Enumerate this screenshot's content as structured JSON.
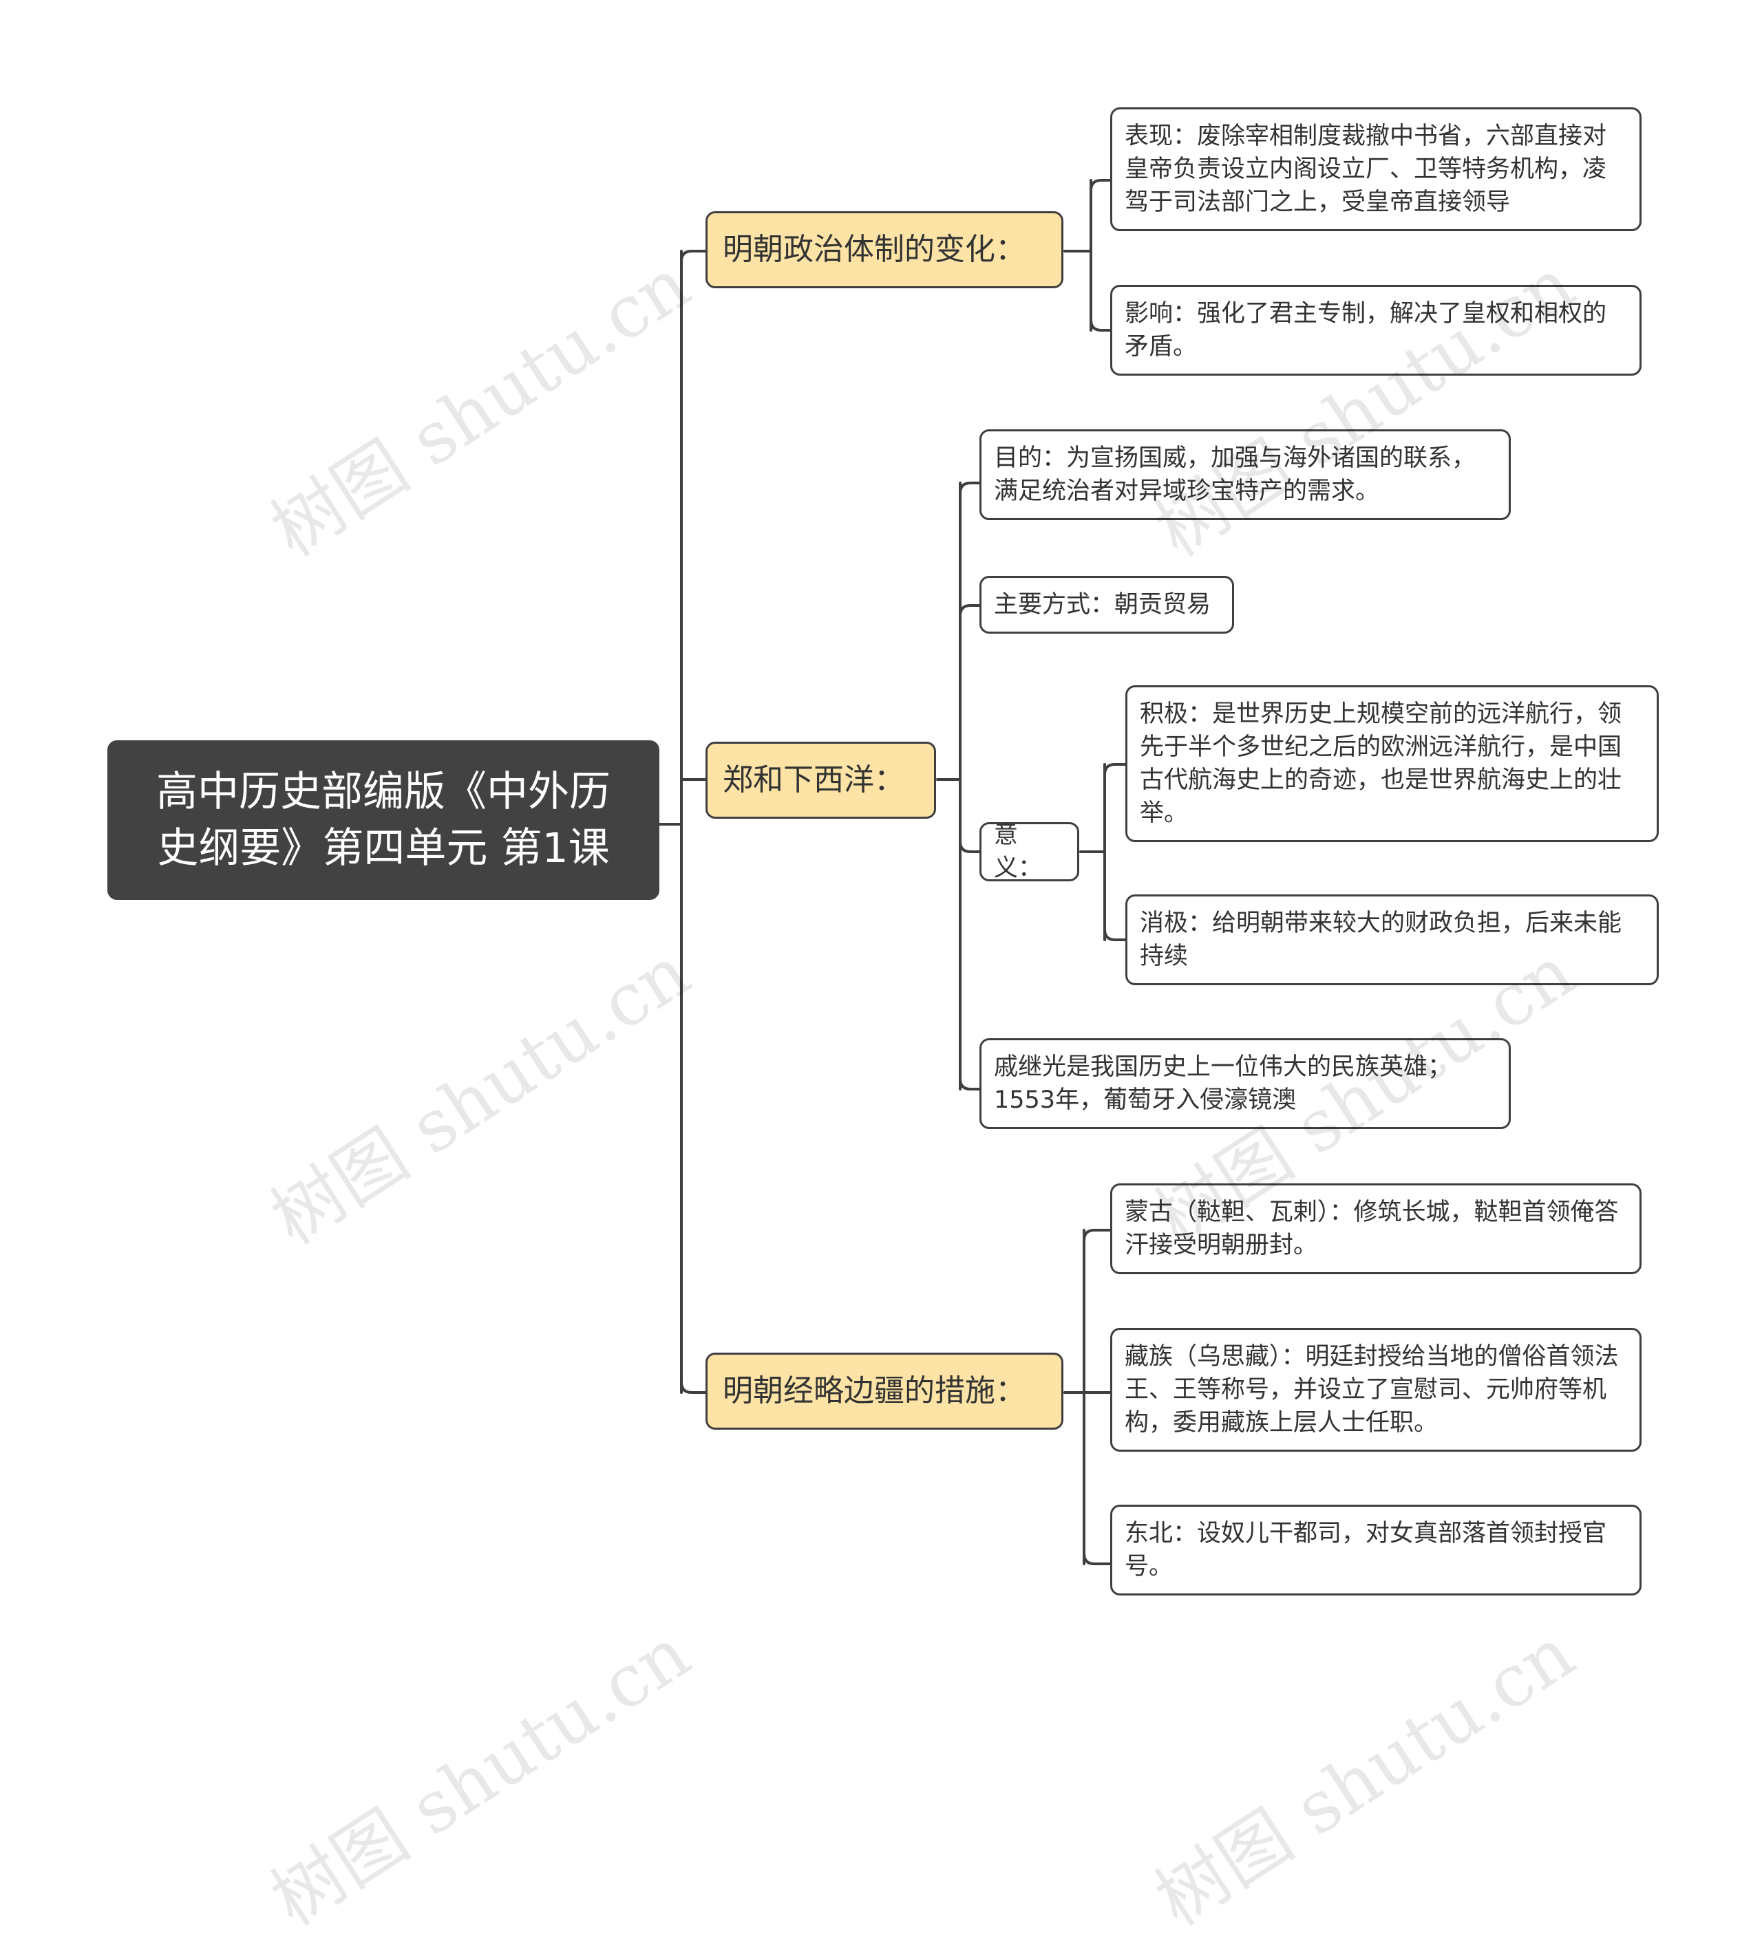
{
  "root": {
    "title": "高中历史部编版《中外历史纲要》第四单元 第1课"
  },
  "branches": [
    {
      "label": "明朝政治体制的变化：",
      "children": [
        {
          "label": "表现：废除宰相制度裁撤中书省，六部直接对皇帝负责设立内阁设立厂、卫等特务机构，凌驾于司法部门之上，受皇帝直接领导"
        },
        {
          "label": "影响：强化了君主专制，解决了皇权和相权的矛盾。"
        }
      ]
    },
    {
      "label": "郑和下西洋：",
      "children": [
        {
          "label": "目的：为宣扬国威，加强与海外诸国的联系，满足统治者对异域珍宝特产的需求。"
        },
        {
          "label": "主要方式：朝贡贸易"
        },
        {
          "label": "意义：",
          "children": [
            {
              "label": "积极：是世界历史上规模空前的远洋航行，领先于半个多世纪之后的欧洲远洋航行，是中国古代航海史上的奇迹，也是世界航海史上的壮举。"
            },
            {
              "label": "消极：给明朝带来较大的财政负担，后来未能持续"
            }
          ]
        },
        {
          "label": "戚继光是我国历史上一位伟大的民族英雄；1553年，葡萄牙入侵濠镜澳"
        }
      ]
    },
    {
      "label": "明朝经略边疆的措施：",
      "children": [
        {
          "label": "蒙古（鞑靼、瓦剌）：修筑长城，鞑靼首领俺答汗接受明朝册封。"
        },
        {
          "label": "藏族（乌思藏）：明廷封授给当地的僧俗首领法王、王等称号，并设立了宣慰司、元帅府等机构，委用藏族上层人士任职。"
        },
        {
          "label": "东北：设奴儿干都司，对女真部落首领封授官号。"
        }
      ]
    }
  ],
  "watermark": "树图 shutu.cn",
  "colors": {
    "root_bg": "#424242",
    "branch_bg": "#fde4a6",
    "line": "#3f3f3f",
    "watermark": "rgba(0,0,0,0.09)"
  }
}
